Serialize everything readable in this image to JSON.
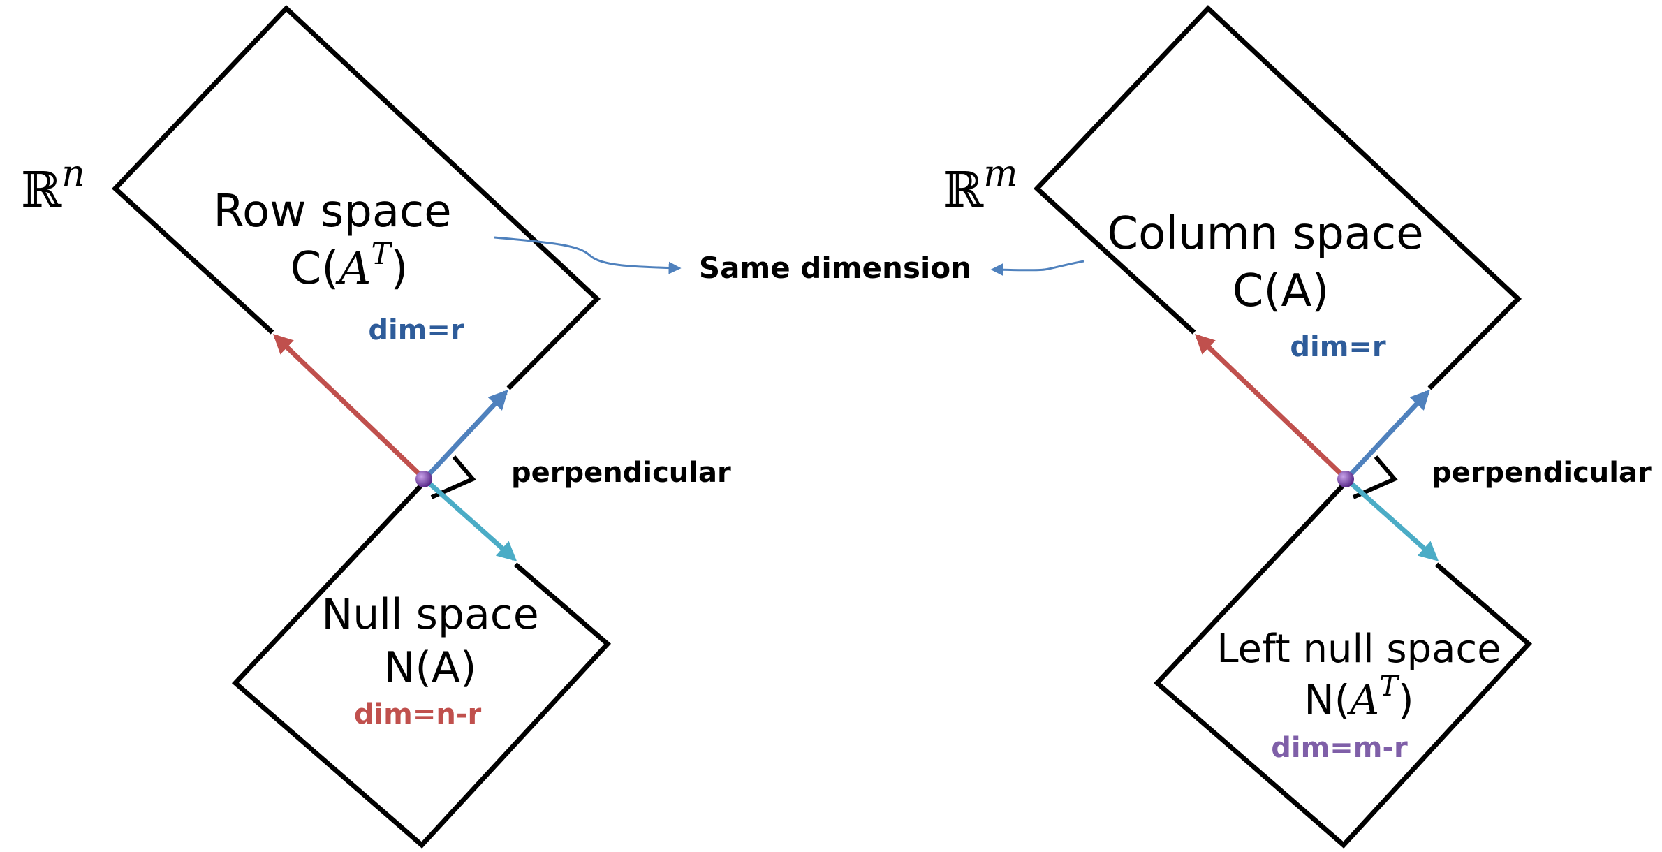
{
  "colors": {
    "outline": "#000000",
    "row_vector": "#c0504d",
    "column_vector": "#4f81bd",
    "null_vector": "#4bacc6",
    "dim_r_text": "#2e5c9a",
    "dim_n_r_text": "#c0504d",
    "dim_m_r_text": "#7f5fa8",
    "origin_dot": "#7030a0",
    "connector": "#4f81bd"
  },
  "left": {
    "space_symbol": "ℝ",
    "space_exp": "n",
    "row_space": {
      "title": "Row space",
      "formula_prefix": "C(",
      "formula_var": "A",
      "formula_sup": "T",
      "formula_suffix": ")",
      "dim": "dim=r"
    },
    "null_space": {
      "title": "Null space",
      "formula": "N(A)",
      "dim": "dim=n-r"
    },
    "perpendicular_label": "perpendicular"
  },
  "right": {
    "space_symbol": "ℝ",
    "space_exp": "m",
    "column_space": {
      "title": "Column space",
      "formula": "C(A)",
      "dim": "dim=r"
    },
    "left_null_space": {
      "title": "Left null space",
      "formula_prefix": "N(",
      "formula_var": "A",
      "formula_sup": "T",
      "formula_suffix": ")",
      "dim": "dim=m-r"
    },
    "perpendicular_label": "perpendicular"
  },
  "center": {
    "same_dimension_label": "Same dimension"
  }
}
